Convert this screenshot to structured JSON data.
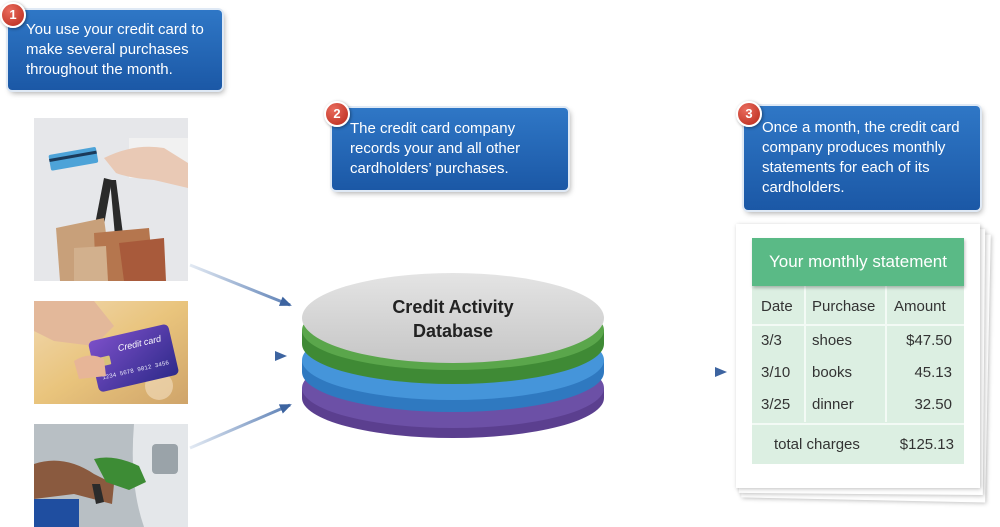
{
  "steps": [
    {
      "number": "1",
      "text": "You use your credit card to make several purchases throughout the month."
    },
    {
      "number": "2",
      "text": "The credit card company records your and all other cardholders’ purchases."
    },
    {
      "number": "3",
      "text": "Once a month, the credit card company produces monthly statements for each of its cardholders."
    }
  ],
  "database": {
    "line1": "Credit Activity",
    "line2": "Database"
  },
  "photos": {
    "shopping": "shopping-bags-and-card-photo",
    "card": "credit-card-photo",
    "fuel": "gas-pump-photo",
    "card_text": "Credit card"
  },
  "statement": {
    "title": "Your monthly statement",
    "headers": {
      "date": "Date",
      "purchase": "Purchase",
      "amount": "Amount"
    },
    "rows": [
      {
        "date": "3/3",
        "purchase": "shoes",
        "amount": "$47.50"
      },
      {
        "date": "3/10",
        "purchase": "books",
        "amount": "45.13"
      },
      {
        "date": "3/25",
        "purchase": "dinner",
        "amount": "32.50"
      }
    ],
    "total_label": "total charges",
    "total_amount": "$125.13"
  },
  "colors": {
    "callout": "#1f5fae",
    "badge": "#c0392b",
    "db_top": "#d9d9d9",
    "db_green": "#4f9a43",
    "db_blue": "#3f88cf",
    "db_purple": "#6a4c9c",
    "statement_header": "#5aba86",
    "statement_body": "#dcefe2",
    "arrow": "#4a6fa5"
  }
}
